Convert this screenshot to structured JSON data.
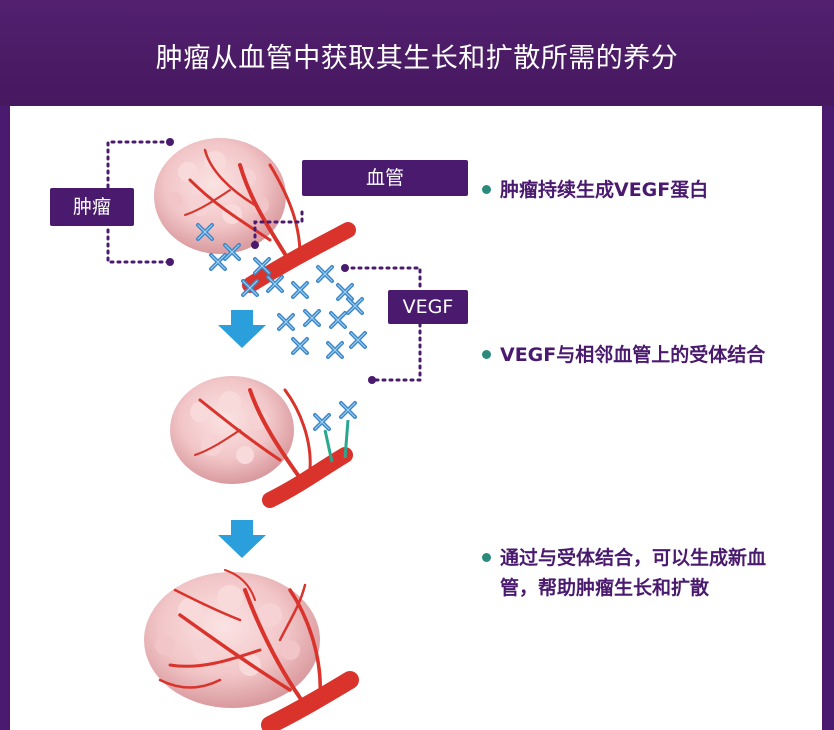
{
  "title": "肿瘤从血管中获取其生长和扩散所需的养分",
  "labels": {
    "tumor": "肿瘤",
    "vessel": "血管",
    "vegf": "VEGF"
  },
  "bullets": [
    "肿瘤持续生成VEGF蛋白",
    "VEGF与相邻血管上的受体结合",
    "通过与受体结合，可以生成新血管，帮助肿瘤生长和扩散"
  ],
  "colors": {
    "purple": "#4a1a6e",
    "vessel_red": "#d9332b",
    "arrow_blue": "#2a9fdc",
    "vegf_blue": "#3a86c8",
    "bullet_dot": "#2a8a7e"
  }
}
